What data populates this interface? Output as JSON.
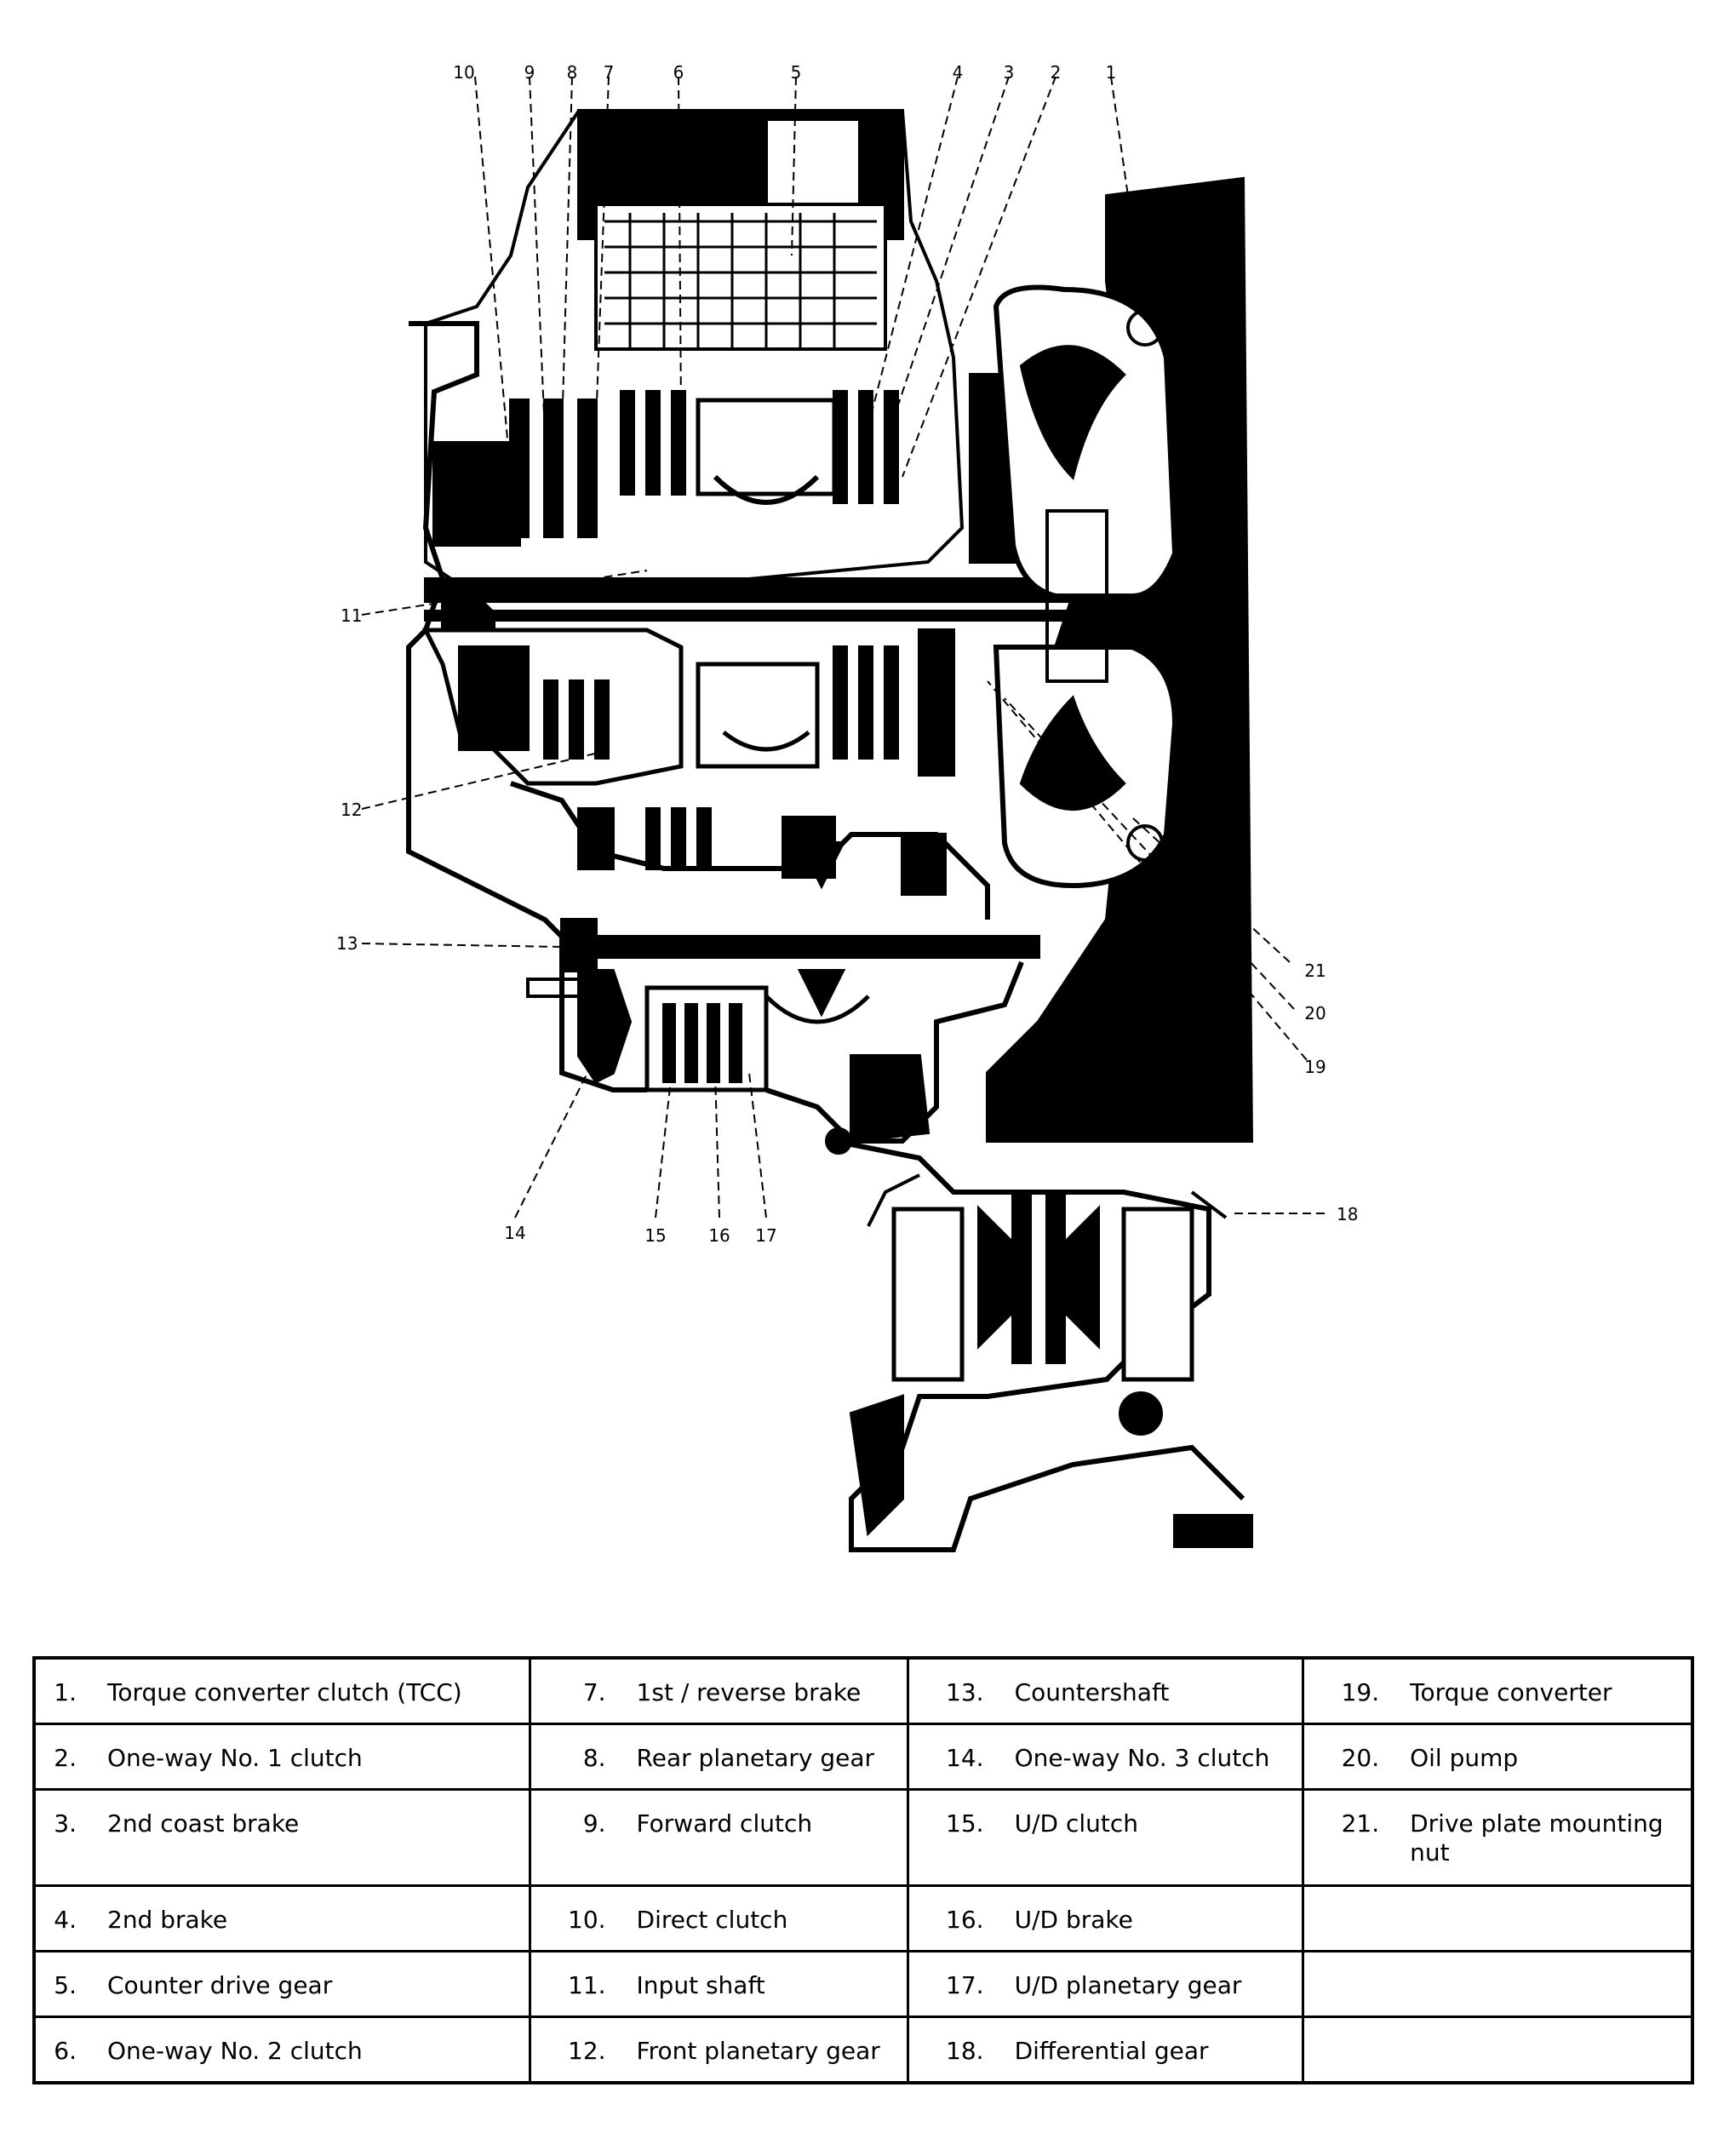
{
  "callouts": [
    "10",
    "9",
    "8",
    "7",
    "6",
    "5",
    "4",
    "3",
    "2",
    "1",
    "11",
    "12",
    "13",
    "14",
    "15",
    "16",
    "17",
    "18",
    "19",
    "20",
    "21"
  ],
  "legend": {
    "rows": [
      [
        {
          "num": "1.",
          "label": "Torque converter clutch (TCC)"
        },
        {
          "num": "7.",
          "label": "1st / reverse brake"
        },
        {
          "num": "13.",
          "label": "Countershaft"
        },
        {
          "num": "19.",
          "label": "Torque converter"
        }
      ],
      [
        {
          "num": "2.",
          "label": "One-way No. 1 clutch"
        },
        {
          "num": "8.",
          "label": "Rear planetary gear"
        },
        {
          "num": "14.",
          "label": "One-way No. 3 clutch"
        },
        {
          "num": "20.",
          "label": "Oil pump"
        }
      ],
      [
        {
          "num": "3.",
          "label": "2nd coast brake"
        },
        {
          "num": "9.",
          "label": "Forward clutch"
        },
        {
          "num": "15.",
          "label": "U/D clutch"
        },
        {
          "num": "21.",
          "label": "Drive plate mounting nut"
        }
      ],
      [
        {
          "num": "4.",
          "label": "2nd brake"
        },
        {
          "num": "10.",
          "label": "Direct clutch"
        },
        {
          "num": "16.",
          "label": "U/D brake"
        },
        {
          "num": "",
          "label": ""
        }
      ],
      [
        {
          "num": "5.",
          "label": "Counter drive gear"
        },
        {
          "num": "11.",
          "label": "Input shaft"
        },
        {
          "num": "17.",
          "label": "U/D planetary gear"
        },
        {
          "num": "",
          "label": ""
        }
      ],
      [
        {
          "num": "6.",
          "label": "One-way No. 2 clutch"
        },
        {
          "num": "12.",
          "label": "Front planetary gear"
        },
        {
          "num": "18.",
          "label": "Differential gear"
        },
        {
          "num": "",
          "label": ""
        }
      ]
    ]
  }
}
